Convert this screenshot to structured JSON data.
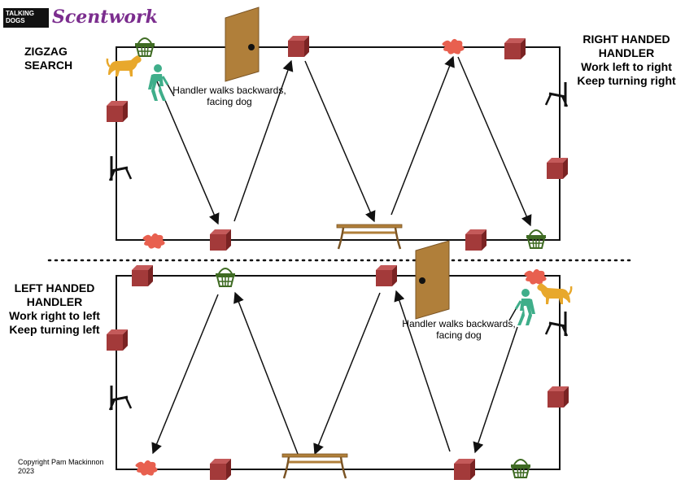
{
  "logo": {
    "small_top": "TALKING",
    "small_bottom": "DOGS",
    "script": "Scentwork"
  },
  "title": "ZIGZAG\nSEARCH",
  "right_handed": {
    "line1": "RIGHT HANDED",
    "line2": "HANDLER",
    "line3": "Work left to right",
    "line4": "Keep turning right"
  },
  "left_handed": {
    "line1": "LEFT HANDED",
    "line2": "HANDLER",
    "line3": "Work right to left",
    "line4": "Keep turning left"
  },
  "note_top": {
    "line1": "Handler walks backwards,",
    "line2": "facing dog"
  },
  "note_bottom": {
    "line1": "Handler walks backwards,",
    "line2": "facing dog"
  },
  "copyright": {
    "line1": "Copyright Pam Mackinnon",
    "line2": "2023"
  },
  "colors": {
    "box": "#a33a3a",
    "box_top": "#c45a5a",
    "box_side": "#7a2323",
    "basket": "#3f6b23",
    "star": "#e8604f",
    "dog": "#e8a82c",
    "handler": "#3fae8a",
    "door": "#b07f3a",
    "table": "#b07f3a",
    "line": "#111111"
  },
  "icons": [
    "box-icon",
    "basket-icon",
    "toy-icon",
    "chair-icon",
    "table-icon",
    "door-icon",
    "dog-icon",
    "handler-icon",
    "arrow-icon"
  ]
}
